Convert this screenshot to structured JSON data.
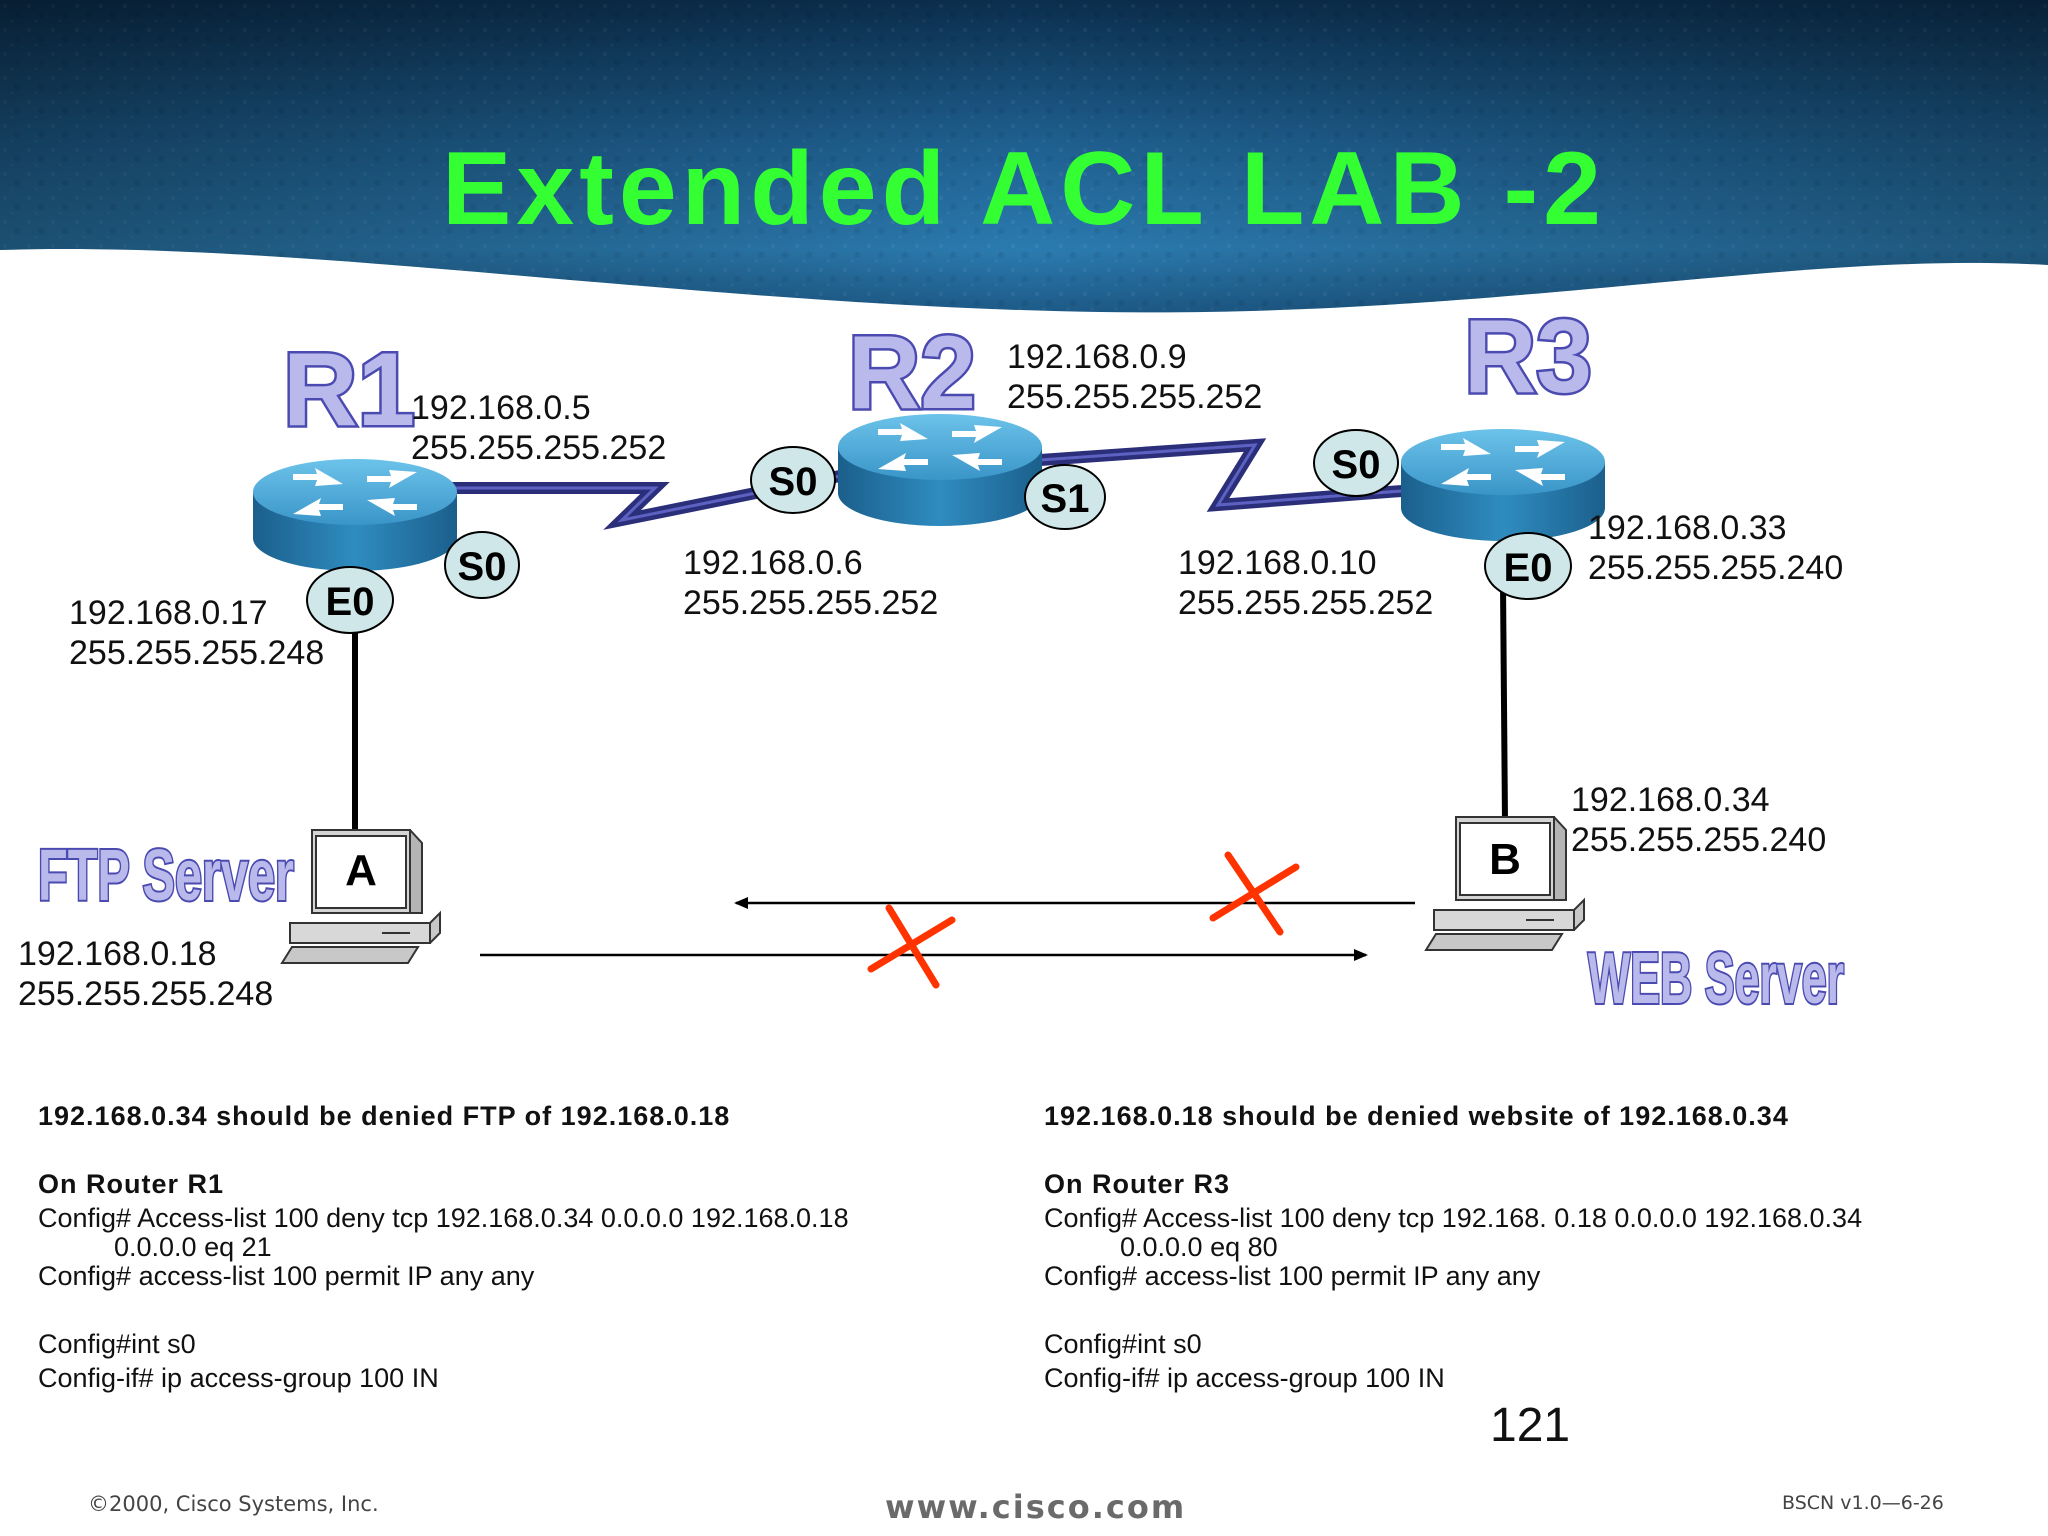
{
  "title": "Extended ACL LAB -2",
  "routers": {
    "r1": {
      "name": "R1",
      "s0_label": "S0",
      "e0_label": "E0"
    },
    "r2": {
      "name": "R2",
      "s0_label": "S0",
      "s1_label": "S1"
    },
    "r3": {
      "name": "R3",
      "s0_label": "S0",
      "e0_label": "E0"
    }
  },
  "addresses": {
    "r1_s0": {
      "ip": "192.168.0.5",
      "mask": "255.255.255.252"
    },
    "r1_e0": {
      "ip": "192.168.0.17",
      "mask": "255.255.255.248"
    },
    "r2_s0": {
      "ip": "192.168.0.6",
      "mask": "255.255.255.252"
    },
    "r2_s1": {
      "ip": "192.168.0.9",
      "mask": "255.255.255.252"
    },
    "r3_s0": {
      "ip": "192.168.0.10",
      "mask": "255.255.255.252"
    },
    "r3_e0": {
      "ip": "192.168.0.33",
      "mask": "255.255.255.240"
    },
    "host_a": {
      "ip": "192.168.0.18",
      "mask": "255.255.255.248"
    },
    "host_b": {
      "ip": "192.168.0.34",
      "mask": "255.255.255.240"
    }
  },
  "hosts": {
    "a": {
      "letter": "A",
      "role": "FTP Server"
    },
    "b": {
      "letter": "B",
      "role": "WEB Server"
    }
  },
  "config_left": {
    "heading": "192.168.0.34 should be denied FTP of 192.168.0.18",
    "router": "On Router R1",
    "line1": "Config# Access-list 100 deny tcp 192.168.0.34 0.0.0.0 192.168.0.18",
    "line1_cont": "0.0.0.0 eq 21",
    "line2": "Config# access-list 100 permit IP any any",
    "line3": "Config#int s0",
    "line4": "Config-if# ip access-group 100 IN"
  },
  "config_right": {
    "heading": "192.168.0.18 should be denied website of 192.168.0.34",
    "router": "On Router R3",
    "line1": "Config# Access-list 100 deny tcp 192.168. 0.18 0.0.0.0 192.168.0.34",
    "line1_cont": "0.0.0.0 eq 80",
    "line2": "Config# access-list 100 permit IP any any",
    "line3": "Config#int s0",
    "line4": "Config-if# ip access-group 100 IN"
  },
  "page_number": "121",
  "footer": {
    "copyright": "©2000, Cisco Systems, Inc.",
    "url": "www.cisco.com",
    "code": "BSCN v1.0—6-26"
  },
  "colors": {
    "title": "#33ff33",
    "banner": "#1c5a8a",
    "router_body": "#2f7fb0",
    "router_top": "#4aa7d8",
    "serial_link": "#2b2f7a",
    "interface_badge": "#cfe7e8",
    "label_fill": "#b9b9ec",
    "label_outline": "#4a4ab0",
    "deny_mark": "#ff3300"
  }
}
